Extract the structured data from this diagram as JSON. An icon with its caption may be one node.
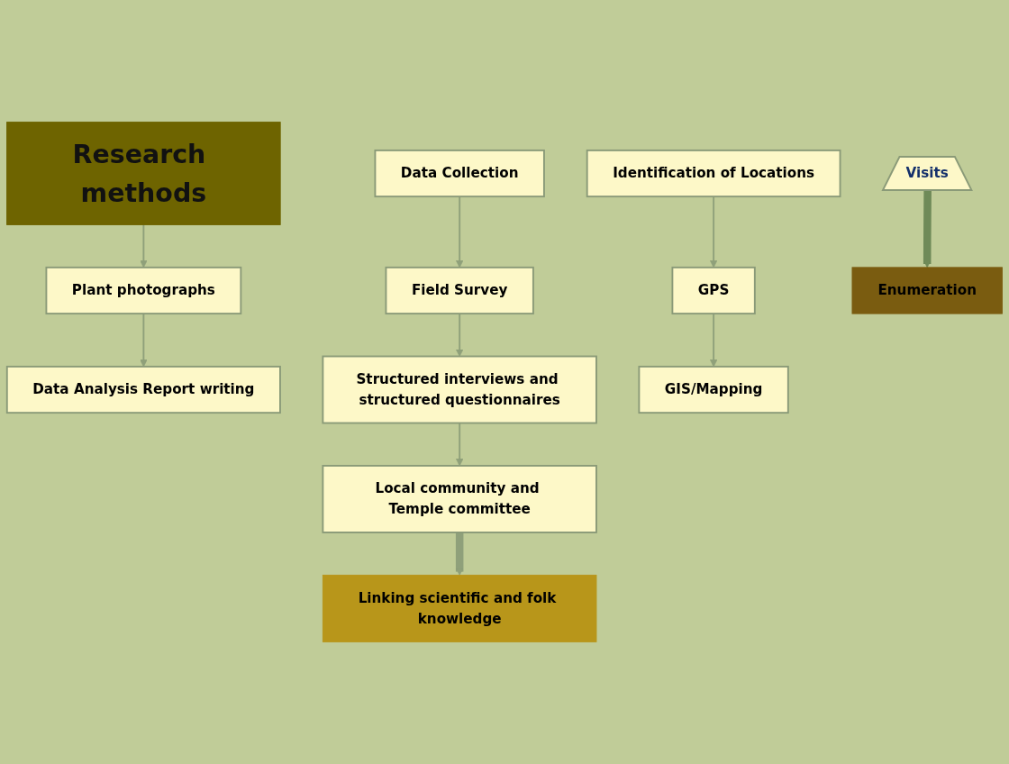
{
  "diagram": {
    "nodes": [
      {
        "text": [
          "Research methods"
        ]
      },
      {
        "text": [
          "Data Collection"
        ]
      },
      {
        "text": [
          "Identification of Locations"
        ]
      },
      {
        "text": [
          "Plant photographs"
        ]
      },
      {
        "text": [
          "Visits"
        ]
      },
      {
        "text": [
          "Field Survey"
        ]
      },
      {
        "text": [
          "GPS"
        ]
      },
      {
        "text": [
          "Data Analysis Report writing"
        ]
      },
      {
        "text": [
          "Structured interviews and structured questionnaires"
        ]
      },
      {
        "text": [
          "GIS/Mapping"
        ]
      },
      {
        "text": [
          "Local community and Temple committee"
        ]
      },
      {
        "text": [
          "Linking scientific and folk knowledge"
        ]
      },
      {
        "text": [
          "Enumeration"
        ]
      }
    ],
    "edges": [
      {
        "from": 1,
        "to": 5,
        "arrow": "to"
      },
      {
        "from": 5,
        "to": 8,
        "arrow": "to"
      },
      {
        "from": 8,
        "to": 10,
        "arrow": "to"
      },
      {
        "from": 2,
        "to": 6,
        "arrow": "to"
      },
      {
        "from": 6,
        "to": 9,
        "arrow": "to"
      },
      {
        "from": 0,
        "to": 3,
        "arrow": "to"
      },
      {
        "from": 3,
        "to": 7,
        "arrow": "to"
      },
      {
        "from": 10,
        "to": 11,
        "arrow": "to",
        "style": "thick"
      },
      {
        "from": 4,
        "to": 12,
        "arrow": "to",
        "style": "thick",
        "color": "#6f8a58"
      }
    ]
  }
}
